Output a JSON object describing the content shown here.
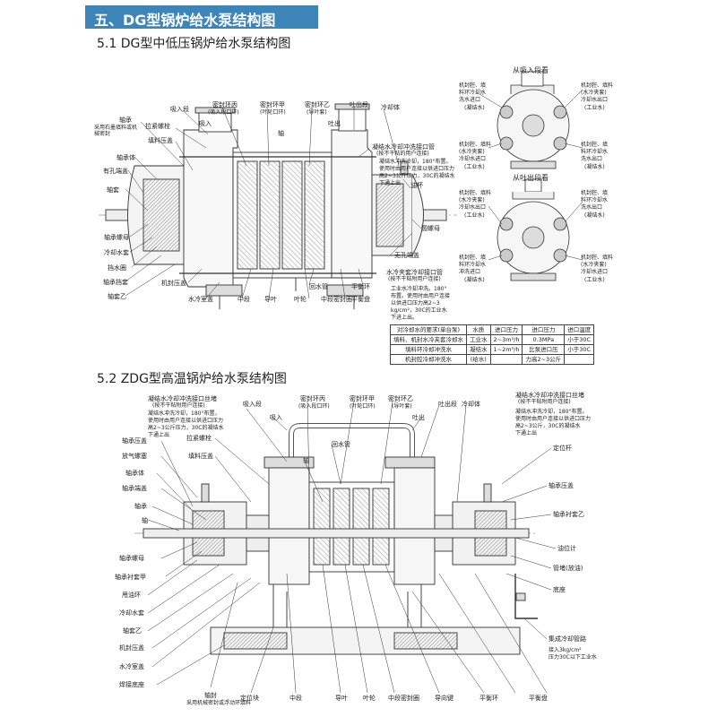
{
  "header": {
    "title": "五、DG型锅炉给水泵结构图"
  },
  "sections": {
    "s1": "5.1 DG型中低压锅炉给水泵结构图",
    "s2": "5.2 ZDG型高温锅炉给水泵结构图"
  },
  "s1_labels": {
    "xiruduan": "吸入段",
    "mifenghuanbing": "密封环丙",
    "mifenghuanbing_sub": "(吸入段口环)",
    "mifenghuanjia": "密封环甲",
    "mifenghuanjia_sub": "(叶轮口环)",
    "mifenghuanyi": "密封环乙",
    "mifenghuanyi_sub": "(导叶套)",
    "tuchuduan": "吐出段",
    "lengqueti": "冷却体",
    "xiru": "吸入",
    "tuchu": "吐出",
    "zhoucheng": "轴承",
    "zhouchengnote": "采用石墨填料或机械密封",
    "lajinluoshuan": "拉紧螺栓",
    "tianliaoyagai": "填料压盖",
    "zhou": "轴",
    "zhouchengti": "轴承体",
    "youbeizhougai": "有孔端盖",
    "zhoutao": "轴套",
    "zhouchengmu": "轴承螺母",
    "lengqueshuitao": "冷却水套",
    "dangshuiquan": "挡水圈",
    "zhouchengdangtao": "轴承挡套",
    "zhoutaoyi": "轴套乙",
    "jifengyagai": "机封压盖",
    "shuilengshitao": "水冷室盖",
    "zhongduan": "中段",
    "daoye": "导叶",
    "yelun": "叶轮",
    "zhongduanmifenghuan": "中段密封圈",
    "huishuiguan": "回水管",
    "pinghenghuan": "平衡环",
    "pinghengpan": "平衡盘",
    "youbei": "油杯",
    "yuanmumu": "圆螺母",
    "wukongduangai": "无孔端盖",
    "ningjieshui_top": "凝结水冷却冲洗接口管",
    "ningjieshui_top_sub": "(按不干粘的用户连接)",
    "ningjie_note": "凝结水冲洗冷却，180°布置。\n使用时由用户连接以供进口压力\n高2~3公斤压力，30C的凝结水\n下通上出",
    "shuileng_bottom": "水冷夹套冷却接口管",
    "shuileng_bottom_sub": "(按不干粘附用户连接)",
    "gongye_note": "工业水冷却冲洗。180°\n布置。使用时由用户连接\n以供进口压力高2~3\nkg/cm²，30C的工业水\n下进上出。"
  },
  "s1_views": {
    "inlet_view": "从吸入段看",
    "outlet_view": "从吐出段看",
    "l1": "机封腔、填\n料环冷却水\n洗水进口",
    "l1_sub": "(凝结水)",
    "r1": "机封腔、填料\n(水冷夹套)\n冷却水出口",
    "r1_sub": "(工业水)",
    "l2": "机封腔、填料\n(水冷夹套)\n冷却水进口",
    "l2_sub": "(工业水)",
    "r2": "机封腔、填\n料环冷却水\n洗水出口",
    "r2_sub": "(凝结水)",
    "l3": "机封腔、填料\n(水冷夹套)\n冷却水出口",
    "l3_sub": "(工业水)",
    "r3": "机封腔、填\n料环冷却水\n洗水出口",
    "r3_sub": "(凝结水)",
    "l4": "机封腔、填\n料环冷却水\n冲洗进口",
    "l4_sub": "(凝结水)",
    "r4": "机封腔、填料\n(水冷夹套)\n冷却水进口",
    "r4_sub": "(工业水)"
  },
  "spec_table": {
    "headers": [
      "对冷却水的要求(单台泵)",
      "水质",
      "进口压力",
      "进口压力",
      "进口温度"
    ],
    "rows": [
      [
        "填料、机封水冷夹套冷却水",
        "工业水",
        "2~3m³/h",
        "0.3MPa",
        "小于30C"
      ],
      [
        "填料环冷却冲洗水",
        "凝结水",
        "1~2m³/h",
        "比泵进口压",
        "小于30C"
      ],
      [
        "机封腔冷却冲洗水",
        "(给水)",
        "",
        "力高2~3公斤",
        ""
      ]
    ]
  },
  "s2_labels": {
    "xiruduan": "吸入段",
    "mifenghuanbing": "密封环丙",
    "mifenghuanjia": "密封环甲",
    "mifenghuanyi": "密封环乙",
    "mifenghuanjia_sub": "(吸入段口环)",
    "mifenghuanjia_sub2": "(叶轮口环)",
    "mifenghuanyi_sub": "(导叶套)",
    "tuchuduan": "吐出段",
    "lengqueti": "冷却体",
    "xiru": "吸入",
    "tuchu": "吐出",
    "huishuiguan": "回水管",
    "zhou": "轴",
    "top_left_note": "凝结水冷却冲洗接口丝堵",
    "top_left_note_sub": "(按不干粘附用户连接)",
    "left_note": "凝结水冲洗冷却，180°布置，\n使用时由用户连接以供进口压力\n高2~3公斤压力，30C的凝结水\n下通上出",
    "right_note_title": "凝结水冷却冲洗接口丝堵",
    "right_note_sub": "(按不干粘附用户连接)",
    "right_note": "凝结水冲洗冷却，180°布置。\n使用时由用户连接以供进口压力\n高2~3公斤，30C的凝结水\n下通上出",
    "zhouchengyagai": "轴承压盖",
    "lajinluoshuan": "拉紧螺栓",
    "fangqiluosai": "放气螺塞",
    "tianliaoyagai": "填料压盖",
    "zhouchengti": "轴承体",
    "zhouchengduangai": "轴承端盖",
    "zhoucheng": "轴承",
    "zhou2": "轴",
    "zhouchengluomu": "轴承螺母",
    "zhouchengchentaojia": "轴承衬套甲",
    "shuaiyouhuan": "甩油环",
    "lengqueshuitao": "冷却水套",
    "zhoutaoyi": "轴套乙",
    "jifengyagai": "机封压盖",
    "shuilengshitao": "水冷室盖",
    "handijiedi": "焊接底座",
    "zhoutao": "轴封",
    "zhoutao_sub": "采用机械密封或浮动环填料",
    "dingweikuai": "定位块",
    "zhongduan": "中段",
    "daoye": "导叶",
    "yelun": "叶轮",
    "zhongduanmifenghuan": "中段密封圈",
    "daoxiangjian": "导向键",
    "pinghenghuan": "平衡环",
    "pinghengpan": "平衡盘",
    "dingweigan": "定位杆",
    "zhouchengyagai_r": "轴承压盖",
    "zhouchengchentaoyi": "轴承衬套乙",
    "youweiji": "油位计",
    "guandu": "管堵(放油)",
    "dizuo": "底座",
    "jichenglengque": "集成冷却管路",
    "jichenglengque_sub": "接入3kg/cm²\n压力30C以下工业水"
  }
}
